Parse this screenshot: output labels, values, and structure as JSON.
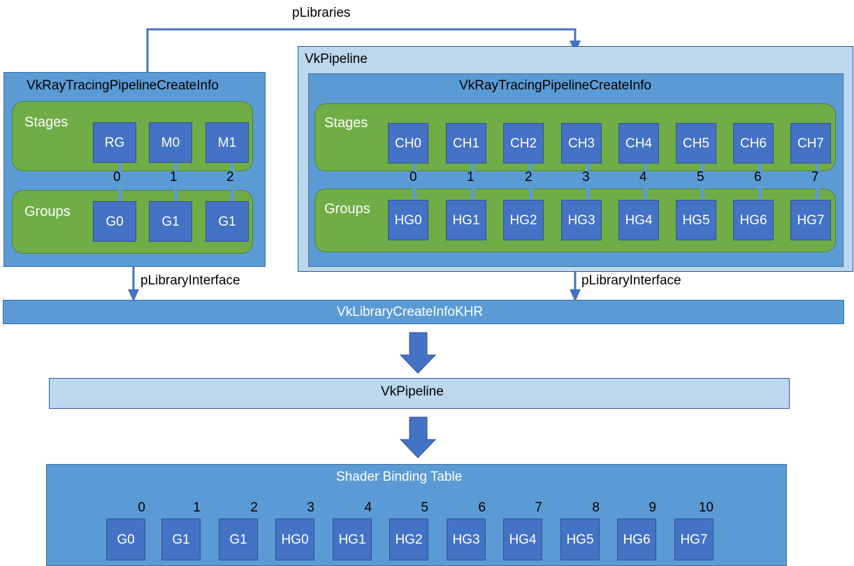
{
  "diagram": {
    "title_top_arrow": "pLibraries",
    "colors": {
      "panel_mid_blue": "#5B9BD5",
      "panel_light_blue": "#BDD7EE",
      "group_green": "#70AD47",
      "chip_blue": "#4472C4",
      "stroke_blue": "#41719C",
      "arrow_blue": "#4472C4"
    }
  },
  "left_panel": {
    "title": "VkRayTracingPipelineCreateInfo",
    "stages_label": "Stages",
    "groups_label": "Groups",
    "stages": [
      "RG",
      "M0",
      "M1"
    ],
    "groups": [
      "G0",
      "G1",
      "G1"
    ],
    "link_indices": [
      "0",
      "1",
      "2"
    ],
    "out_arrow_label": "pLibraryInterface"
  },
  "right_panel": {
    "outer_title": "VkPipeline",
    "title": "VkRayTracingPipelineCreateInfo",
    "stages_label": "Stages",
    "groups_label": "Groups",
    "stages": [
      "CH0",
      "CH1",
      "CH2",
      "CH3",
      "CH4",
      "CH5",
      "CH6",
      "CH7"
    ],
    "groups": [
      "HG0",
      "HG1",
      "HG2",
      "HG3",
      "HG4",
      "HG5",
      "HG6",
      "HG7"
    ],
    "link_indices": [
      "0",
      "1",
      "2",
      "3",
      "4",
      "5",
      "6",
      "7"
    ],
    "out_arrow_label": "pLibraryInterface"
  },
  "library_bar": {
    "title": "VkLibraryCreateInfoKHR"
  },
  "pipeline_bar": {
    "title": "VkPipeline"
  },
  "sbt": {
    "title": "Shader Binding Table",
    "entries": [
      "G0",
      "G1",
      "G1",
      "HG0",
      "HG1",
      "HG2",
      "HG3",
      "HG4",
      "HG5",
      "HG6",
      "HG7"
    ],
    "indices": [
      "0",
      "1",
      "2",
      "3",
      "4",
      "5",
      "6",
      "7",
      "8",
      "9",
      "10"
    ]
  }
}
